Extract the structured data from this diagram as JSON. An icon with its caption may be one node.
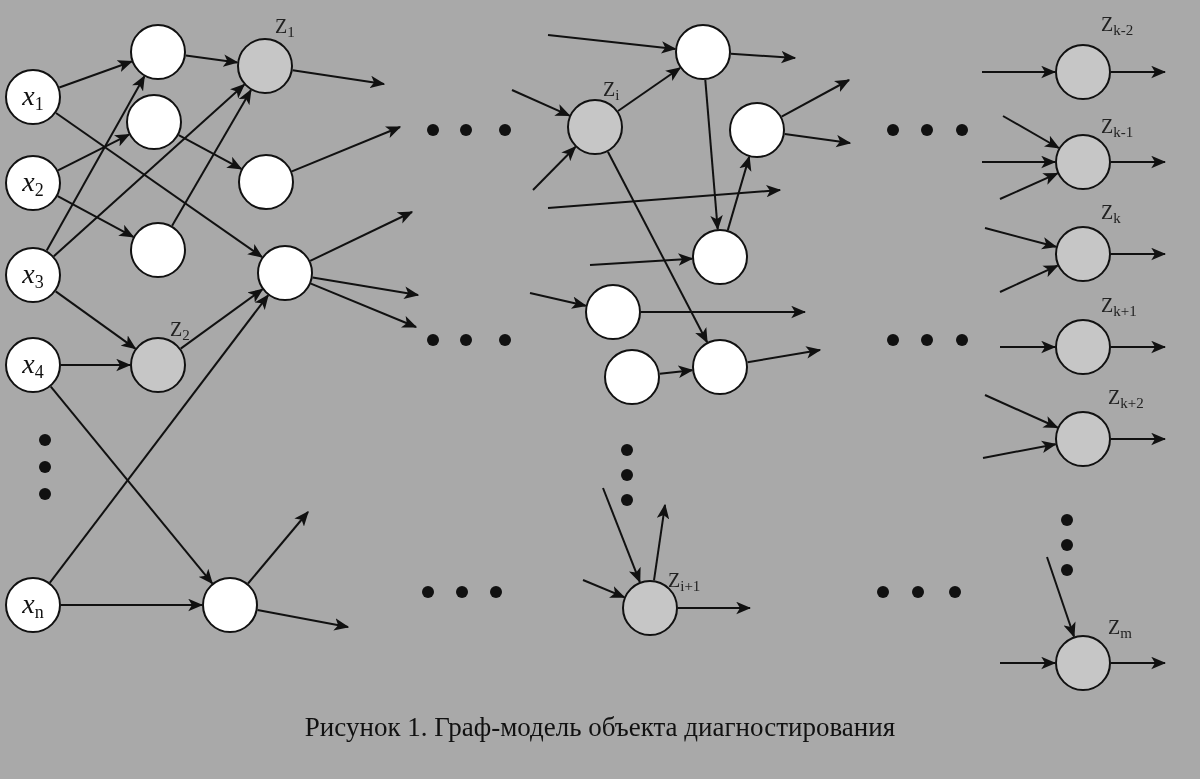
{
  "diagram": {
    "caption": "Рисунок 1. Граф-модель объекта диагностирования",
    "nodes": [
      {
        "text": [
          "*x*$_{1}$"
        ]
      },
      {
        "text": [
          "*x*$_{2}$"
        ]
      },
      {
        "text": [
          "*x*$_{3}$"
        ]
      },
      {
        "text": [
          "*x*$_{4}$"
        ]
      },
      {
        "text": [
          "*x*$_{n}$"
        ]
      },
      {
        "text": [],
        "shape": "circle"
      },
      {
        "text": [],
        "shape": "circle"
      },
      {
        "text": [],
        "shape": "circle"
      },
      {
        "text": [],
        "shape": "circle",
        "beside": [
          "Z$_{1}$"
        ]
      },
      {
        "text": [],
        "shape": "circle"
      },
      {
        "text": [],
        "shape": "circle"
      },
      {
        "text": [],
        "shape": "circle",
        "beside": [
          "Z$_{2}$"
        ]
      },
      {
        "text": [],
        "shape": "circle"
      },
      {
        "text": [],
        "shape": "circle",
        "beside": [
          "Z$_{i}$"
        ]
      },
      {
        "text": [],
        "shape": "circle"
      },
      {
        "text": [],
        "shape": "circle"
      },
      {
        "text": [],
        "shape": "circle"
      },
      {
        "text": [],
        "shape": "circle"
      },
      {
        "text": [],
        "shape": "circle"
      },
      {
        "text": [],
        "shape": "circle"
      },
      {
        "text": [],
        "shape": "circle",
        "beside": [
          "Z$_{i+1}$"
        ]
      },
      {
        "text": [],
        "shape": "circle",
        "beside": [
          "Z$_{k-2}$"
        ]
      },
      {
        "text": [],
        "shape": "circle",
        "beside": [
          "Z$_{k-1}$"
        ]
      },
      {
        "text": [],
        "shape": "circle",
        "beside": [
          "Z$_{k}$"
        ]
      },
      {
        "text": [],
        "shape": "circle",
        "beside": [
          "Z$_{k+1}$"
        ]
      },
      {
        "text": [],
        "shape": "circle",
        "beside": [
          "Z$_{k+2}$"
        ]
      },
      {
        "text": [],
        "shape": "circle",
        "beside": [
          "Z$_{m}$"
        ]
      }
    ],
    "edges": [
      {
        "from": 0,
        "to": 5,
        "arrow": "to"
      },
      {
        "from": 0,
        "to": 10,
        "arrow": "to"
      },
      {
        "from": 1,
        "to": 6,
        "arrow": "to"
      },
      {
        "from": 1,
        "to": 7,
        "arrow": "to"
      },
      {
        "from": 2,
        "to": 5,
        "arrow": "to"
      },
      {
        "from": 2,
        "to": 8,
        "arrow": "to"
      },
      {
        "from": 2,
        "to": 11,
        "arrow": "to"
      },
      {
        "from": 3,
        "to": 11,
        "arrow": "to"
      },
      {
        "from": 3,
        "to": 12,
        "arrow": "to"
      },
      {
        "from": 4,
        "to": 12,
        "arrow": "to"
      },
      {
        "from": 4,
        "to": 10,
        "arrow": "to"
      },
      {
        "from": 5,
        "to": 8,
        "arrow": "to"
      },
      {
        "from": 6,
        "to": 9,
        "arrow": "to"
      },
      {
        "from": 7,
        "to": 8,
        "arrow": "to"
      },
      {
        "from": 11,
        "to": 10,
        "arrow": "to"
      },
      {
        "from": 8,
        "to": null,
        "arrow": "to"
      },
      {
        "from": 9,
        "to": null,
        "arrow": "to"
      },
      {
        "from": 10,
        "to": null,
        "arrow": "to"
      },
      {
        "from": 10,
        "to": null,
        "arrow": "to"
      },
      {
        "from": 10,
        "to": null,
        "arrow": "to"
      },
      {
        "from": 12,
        "to": null,
        "arrow": "to"
      },
      {
        "from": 12,
        "to": null,
        "arrow": "to"
      },
      {
        "from": null,
        "to": 14,
        "arrow": "to"
      },
      {
        "from": null,
        "to": 13,
        "arrow": "to"
      },
      {
        "from": null,
        "to": 13,
        "arrow": "to"
      },
      {
        "from": 13,
        "to": 14,
        "arrow": "to"
      },
      {
        "from": 13,
        "to": 18,
        "arrow": "to"
      },
      {
        "from": 14,
        "to": null,
        "arrow": "to"
      },
      {
        "from": 14,
        "to": 16,
        "arrow": "to"
      },
      {
        "from": 16,
        "to": 15,
        "arrow": "to"
      },
      {
        "from": 15,
        "to": null,
        "arrow": "to"
      },
      {
        "from": 15,
        "to": null,
        "arrow": "to"
      },
      {
        "from": null,
        "to": 16,
        "arrow": "to"
      },
      {
        "from": null,
        "to": 17,
        "arrow": "to"
      },
      {
        "from": 17,
        "to": null,
        "arrow": "to"
      },
      {
        "from": 19,
        "to": 18,
        "arrow": "to"
      },
      {
        "from": 18,
        "to": null,
        "arrow": "to"
      },
      {
        "from": null,
        "to": 20,
        "arrow": "to"
      },
      {
        "from": null,
        "to": 20,
        "arrow": "to"
      },
      {
        "from": 20,
        "to": null,
        "arrow": "to"
      },
      {
        "from": 20,
        "to": null,
        "arrow": "to"
      },
      {
        "from": null,
        "to": 21,
        "arrow": "to"
      },
      {
        "from": 21,
        "to": null,
        "arrow": "to"
      },
      {
        "from": null,
        "to": 22,
        "arrow": "to"
      },
      {
        "from": null,
        "to": 22,
        "arrow": "to"
      },
      {
        "from": null,
        "to": 22,
        "arrow": "to"
      },
      {
        "from": 22,
        "to": null,
        "arrow": "to"
      },
      {
        "from": null,
        "to": 23,
        "arrow": "to"
      },
      {
        "from": null,
        "to": 23,
        "arrow": "to"
      },
      {
        "from": 23,
        "to": null,
        "arrow": "to"
      },
      {
        "from": null,
        "to": 24,
        "arrow": "to"
      },
      {
        "from": 24,
        "to": null,
        "arrow": "to"
      },
      {
        "from": null,
        "to": 25,
        "arrow": "to"
      },
      {
        "from": null,
        "to": 25,
        "arrow": "to"
      },
      {
        "from": 25,
        "to": null,
        "arrow": "to"
      },
      {
        "from": null,
        "to": 26,
        "arrow": "to"
      },
      {
        "from": null,
        "to": 26,
        "arrow": "to"
      },
      {
        "from": 26,
        "to": null,
        "arrow": "to"
      }
    ]
  }
}
